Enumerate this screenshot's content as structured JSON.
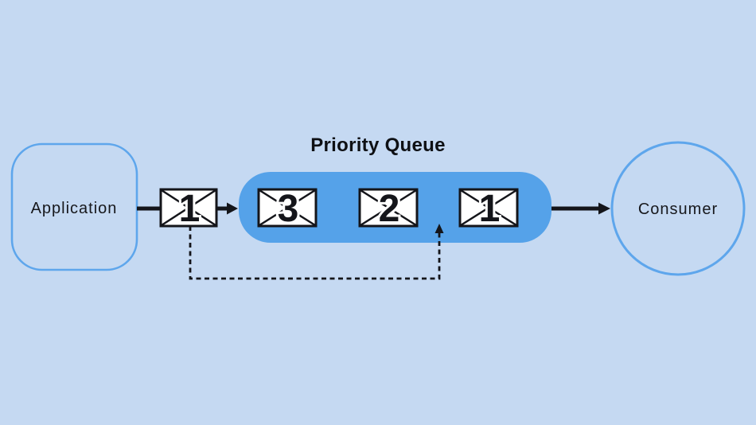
{
  "title": "Priority Queue",
  "colors": {
    "background": "#C5D9F2",
    "queue_fill": "#55A2E9",
    "node_border": "#5EA6EC",
    "ink": "#14151A",
    "envelope_fill": "#FFFFFF"
  },
  "application": {
    "label": "Application"
  },
  "consumer": {
    "label": "Consumer"
  },
  "incoming_message": {
    "priority": "1"
  },
  "queue_messages": [
    {
      "priority": "3"
    },
    {
      "priority": "2"
    },
    {
      "priority": "1"
    }
  ]
}
